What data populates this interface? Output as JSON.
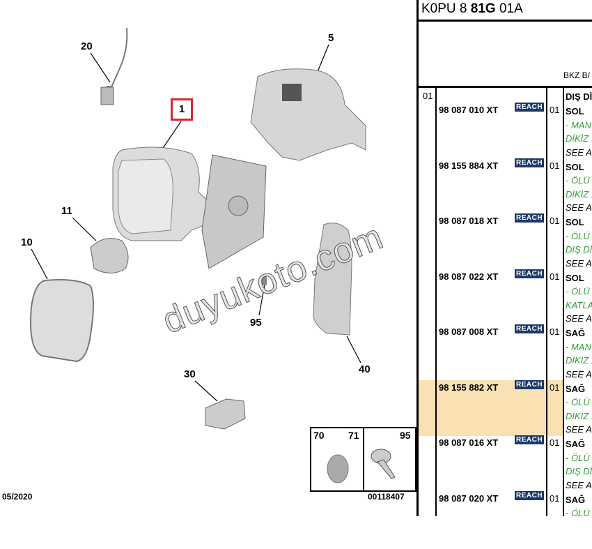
{
  "diagram": {
    "callouts": {
      "c20": "20",
      "c5": "5",
      "c1": "1",
      "c11": "11",
      "c10": "10",
      "c95": "95",
      "c40": "40",
      "c30": "30"
    },
    "inset": {
      "l70": "70",
      "l71": "71",
      "l95": "95"
    },
    "date": "05/2020",
    "ref": "00118407",
    "watermark": "duyukoto.com"
  },
  "table": {
    "title_pre": "K0PU 8 ",
    "title_bold": "81G",
    "title_post": " 01A",
    "bkz": "BKZ B/",
    "level": "01",
    "group": "DIŞ Dİ",
    "rows": [
      {
        "pn": "98 087 010 XT",
        "badge": "REACH",
        "qty": "01",
        "side": "SOL",
        "l1": "- MAN",
        "l2": "DİKİZ .",
        "see": "SEE A"
      },
      {
        "pn": "98 155 884 XT",
        "badge": "REACH",
        "qty": "01",
        "side": "SOL",
        "l1": "- ÖLÜ",
        "l2": "DİKİZ .",
        "see": "SEE A"
      },
      {
        "pn": "98 087 018 XT",
        "badge": "REACH",
        "qty": "01",
        "side": "SOL",
        "l1": "- ÖLÜ",
        "l2": "DIŞ Dİ",
        "see": "SEE A"
      },
      {
        "pn": "98 087 022 XT",
        "badge": "REACH",
        "qty": "01",
        "side": "SOL",
        "l1": "- ÖLÜ",
        "l2": "KATLA",
        "see": "SEE A"
      },
      {
        "pn": "98 087 008 XT",
        "badge": "REACH",
        "qty": "01",
        "side": "SAĞ",
        "l1": "- MAN",
        "l2": "DİKİZ .",
        "see": "SEE A"
      },
      {
        "pn": "98 155 882 XT",
        "badge": "REACH",
        "qty": "01",
        "side": "SAĞ",
        "l1": "- ÖLÜ",
        "l2": "DİKİZ .",
        "see": "SEE A"
      },
      {
        "pn": "98 087 016 XT",
        "badge": "REACH",
        "qty": "01",
        "side": "SAĞ",
        "l1": "- ÖLÜ",
        "l2": "DIŞ Dİ",
        "see": "SEE A"
      },
      {
        "pn": "98 087 020 XT",
        "badge": "REACH",
        "qty": "01",
        "side": "SAĞ",
        "l1": "- ÖLÜ",
        "l2": "",
        "see": ""
      }
    ],
    "highlight_color": "#fae1b3"
  }
}
